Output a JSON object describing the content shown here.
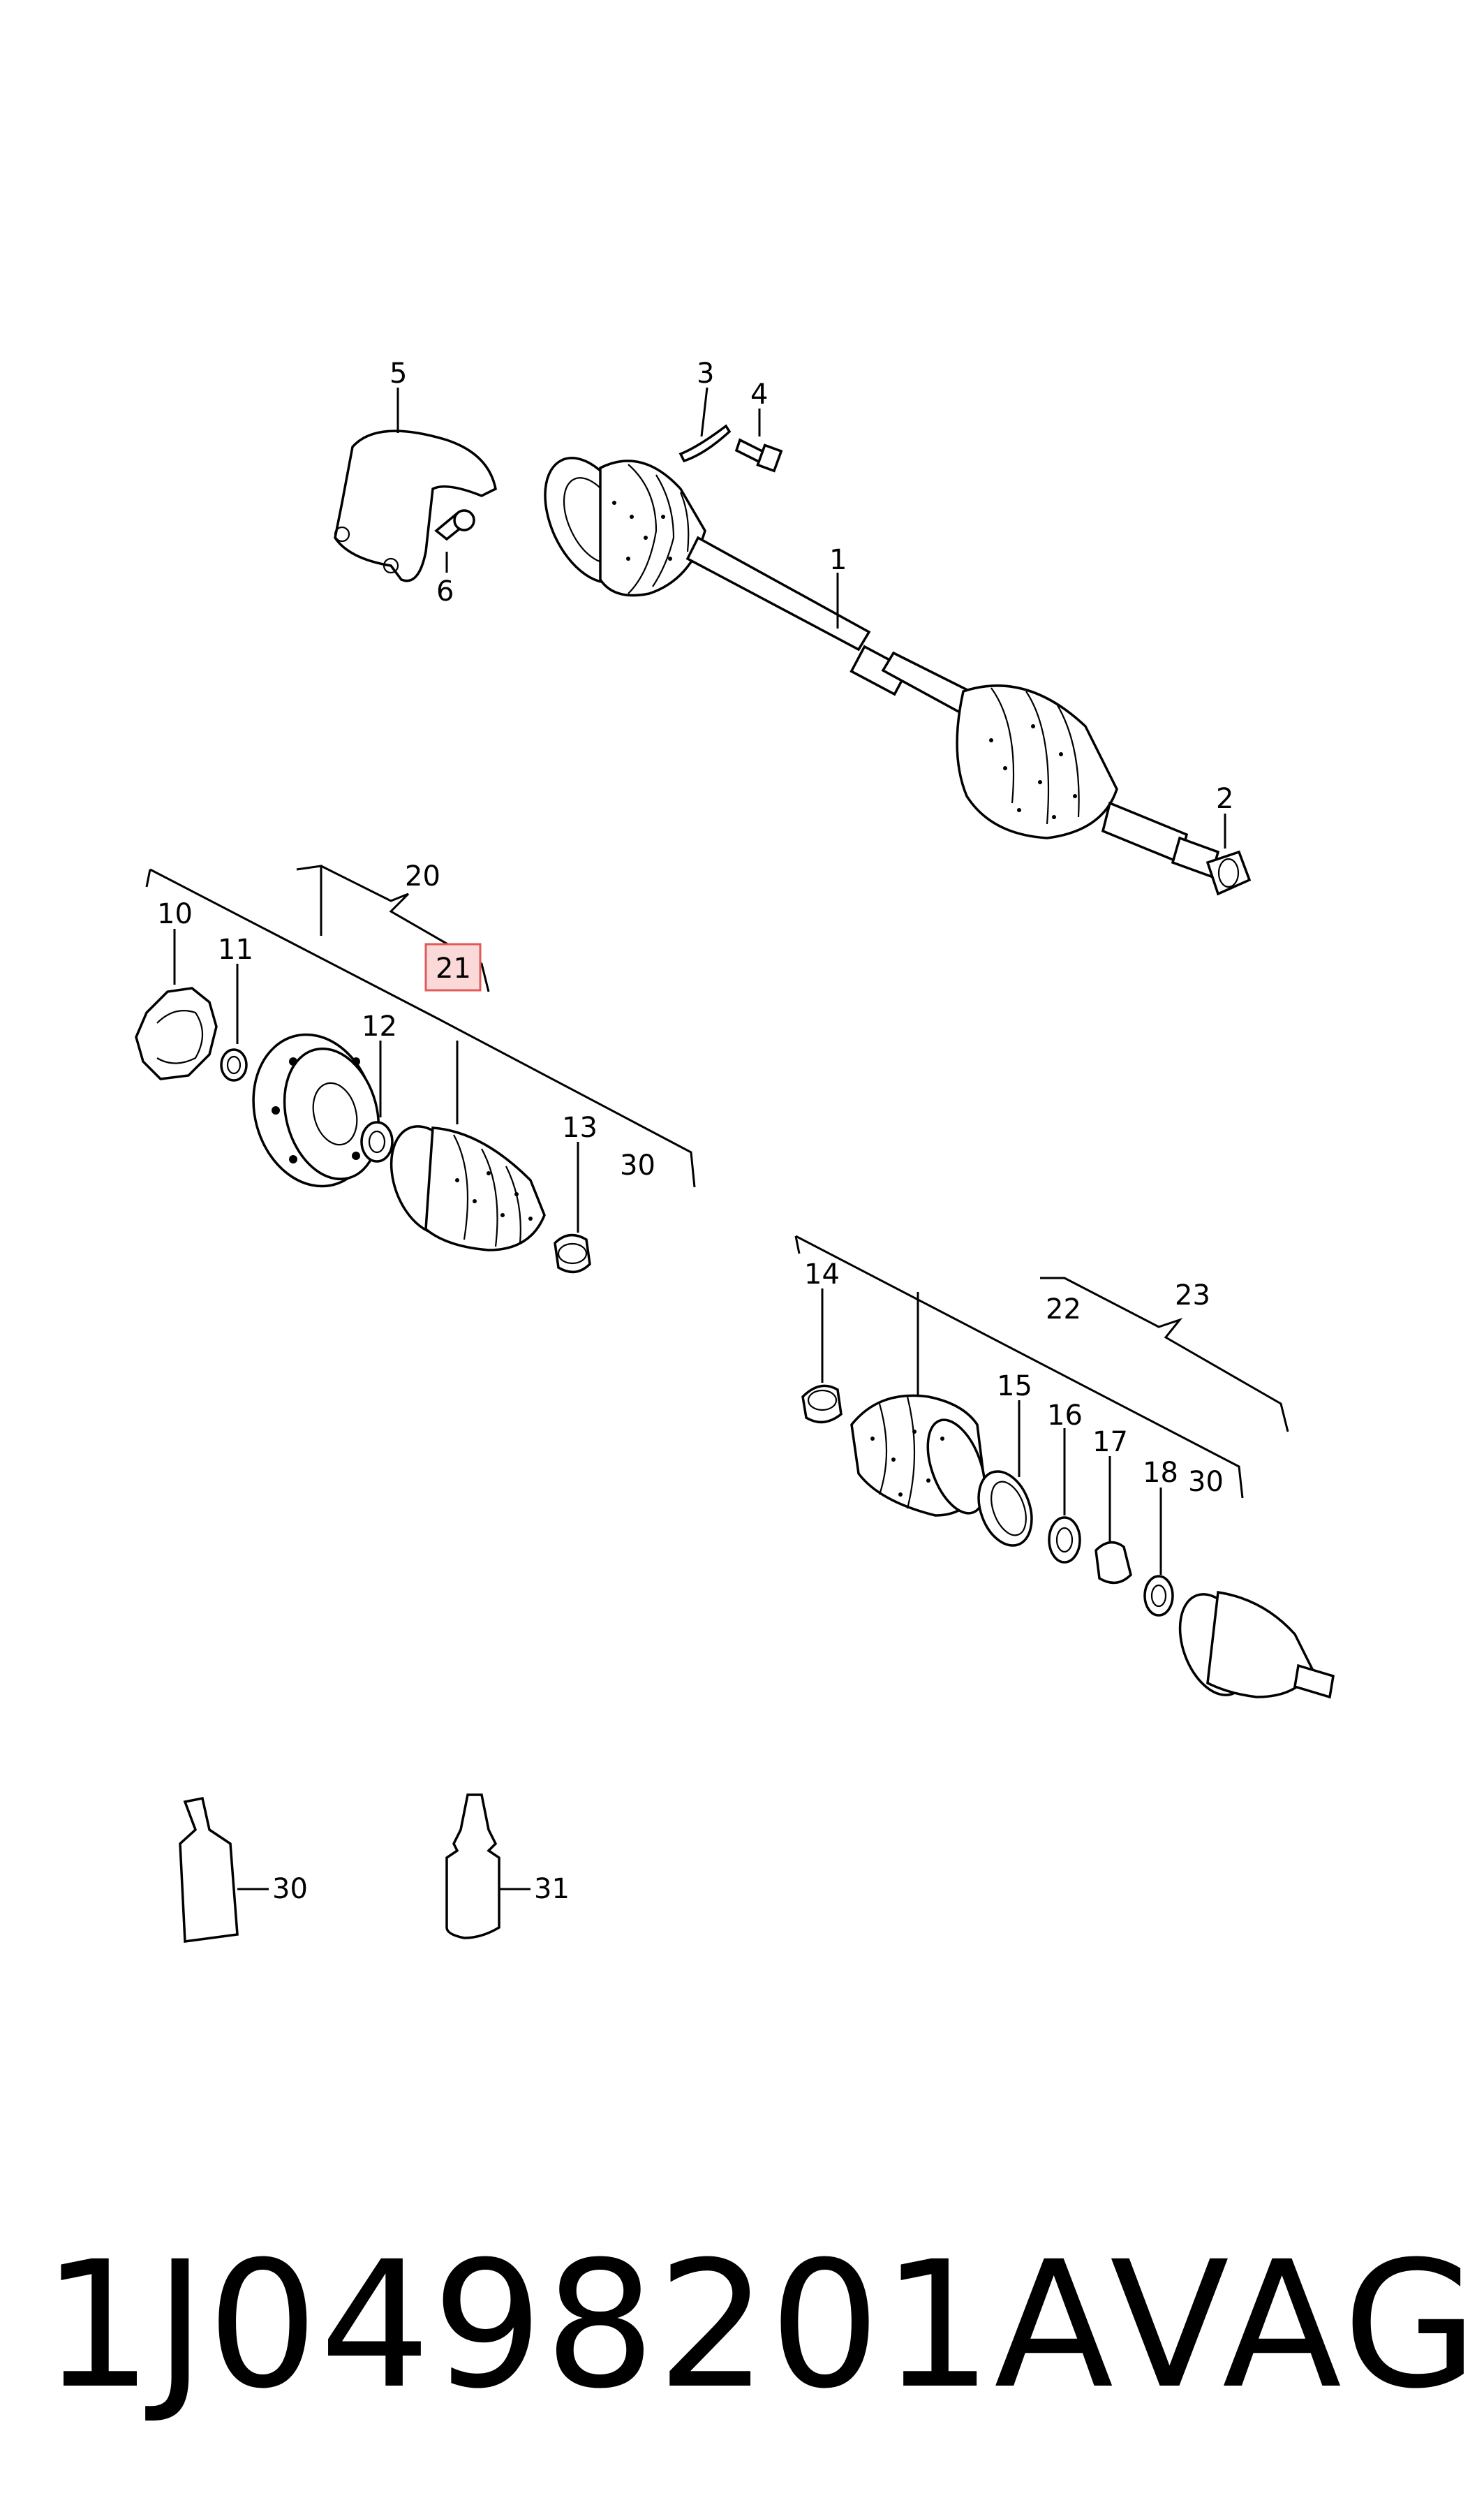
{
  "diagram": {
    "callouts": {
      "c1": "1",
      "c2": "2",
      "c3": "3",
      "c4": "4",
      "c5": "5",
      "c6": "6",
      "c10": "10",
      "c11": "11",
      "c12": "12",
      "c13": "13",
      "c14": "14",
      "c15": "15",
      "c16": "16",
      "c17": "17",
      "c18": "18",
      "c20": "20",
      "c21": "21",
      "c22": "22",
      "c23": "23",
      "c30a": "30",
      "c30b": "30",
      "c30c": "30",
      "c31": "31"
    },
    "highlight_color": "#e05a5a",
    "highlight_fill": "#fbd9d9"
  },
  "footer": {
    "part_number": "1J0498201A",
    "brand": "VAG"
  }
}
